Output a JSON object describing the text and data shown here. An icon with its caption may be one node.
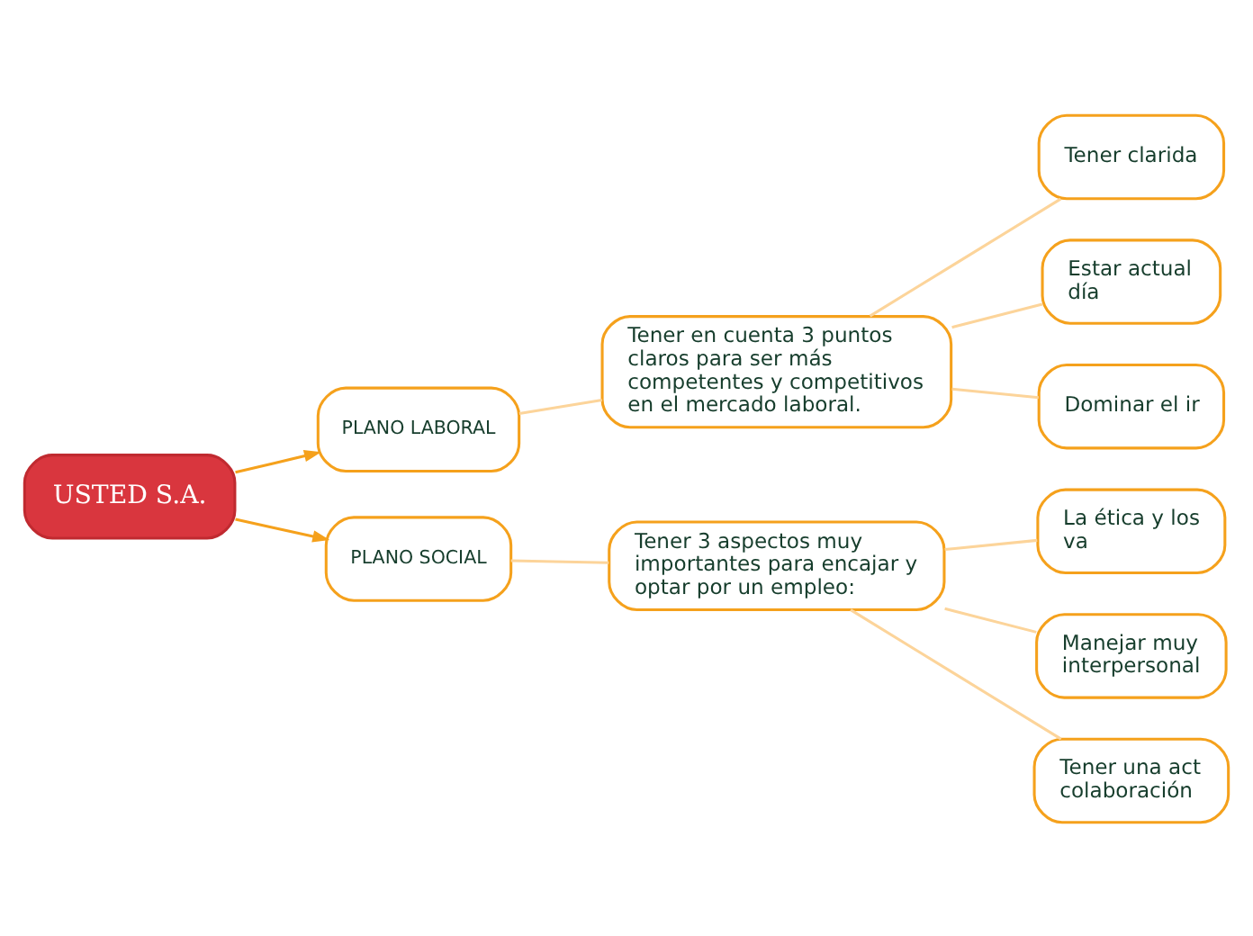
{
  "diagram": {
    "nodes": [
      {
        "text": [
          "USTED S.A."
        ]
      },
      {
        "text": [
          "PLANO LABORAL"
        ]
      },
      {
        "text": [
          "Tener en cuenta 3 puntos claros para ser más competentes y competitivos en el mercado laboral."
        ]
      },
      {
        "text": [
          "Tener clarida"
        ]
      },
      {
        "text": [
          "Estar actual día"
        ]
      },
      {
        "text": [
          "Dominar el ir"
        ]
      },
      {
        "text": [
          "PLANO SOCIAL"
        ]
      },
      {
        "text": [
          "Tener 3 aspectos muy importantes para encajar y optar por un empleo:"
        ]
      },
      {
        "text": [
          "La ética y los va"
        ]
      },
      {
        "text": [
          "Manejar muy interpersonal"
        ]
      },
      {
        "text": [
          "Tener una act colaboración"
        ]
      }
    ],
    "edges": [
      {
        "from": 0,
        "to": 1,
        "arrow": "to",
        "color": "#f5a11c"
      },
      {
        "from": 1,
        "to": 2,
        "arrow": "none"
      },
      {
        "from": 2,
        "to": 3,
        "arrow": "none"
      },
      {
        "from": 2,
        "to": 4,
        "arrow": "none"
      },
      {
        "from": 2,
        "to": 5,
        "arrow": "none"
      },
      {
        "from": 0,
        "to": 6,
        "arrow": "to",
        "color": "#f5a11c"
      },
      {
        "from": 6,
        "to": 7,
        "arrow": "none"
      },
      {
        "from": 7,
        "to": 8,
        "arrow": "none"
      },
      {
        "from": 7,
        "to": 9,
        "arrow": "none"
      },
      {
        "from": 7,
        "to": 10,
        "arrow": "none"
      }
    ]
  }
}
